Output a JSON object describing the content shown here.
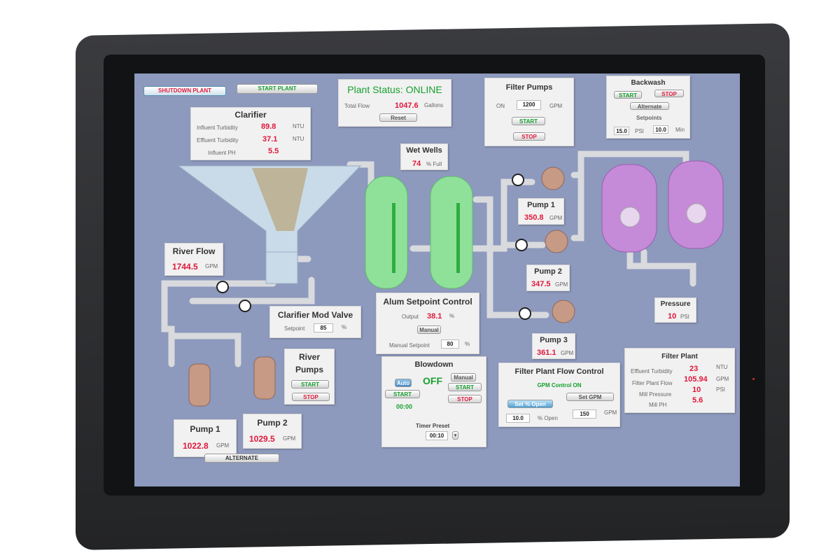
{
  "controls": {
    "shutdown": "SHUTDOWN PLANT",
    "start": "START PLANT"
  },
  "status": {
    "title": "Plant Status: ONLINE",
    "total_flow_label": "Total Flow",
    "total_flow": "1047.6",
    "total_flow_unit": "Gallons",
    "reset": "Reset"
  },
  "clarifier": {
    "title": "Clarifier",
    "rows": [
      {
        "label": "Influent Turbidity",
        "value": "89.8",
        "unit": "NTU"
      },
      {
        "label": "Effluent Turbidity",
        "value": "37.1",
        "unit": "NTU"
      },
      {
        "label": "Influent PH",
        "value": "5.5",
        "unit": ""
      }
    ]
  },
  "wet_wells": {
    "title": "Wet Wells",
    "value": "74",
    "unit": "% Full"
  },
  "filter_pumps": {
    "title": "Filter Pumps",
    "on_label": "ON",
    "on_value": "1200",
    "unit": "GPM",
    "start": "START",
    "stop": "STOP"
  },
  "backwash": {
    "title": "Backwash",
    "start": "START",
    "stop": "STOP",
    "alternate": "Alternate",
    "setpoints": "Setpoints",
    "psi_value": "15.0",
    "psi_unit": "PSI",
    "min_value": "10.0",
    "min_unit": "Min"
  },
  "river_flow": {
    "title": "River Flow",
    "value": "1744.5",
    "unit": "GPM"
  },
  "mod_valve": {
    "title": "Clarifier Mod Valve",
    "label": "Setpoint",
    "value": "85",
    "unit": "%"
  },
  "alum": {
    "title": "Alum Setpoint Control",
    "output_label": "Output",
    "output": "38.1",
    "unit": "%",
    "manual": "Manual",
    "manual_sp_label": "Manual Setpoint",
    "manual_sp": "80"
  },
  "river_pumps": {
    "title1": "River",
    "title2": "Pumps",
    "start": "START",
    "stop": "STOP"
  },
  "blowdown": {
    "title": "Blowdown",
    "auto": "Auto",
    "state": "OFF",
    "manual": "Manual",
    "start_left": "START",
    "start": "START",
    "stop": "STOP",
    "timer": "00:00",
    "preset_label": "Timer Preset",
    "preset": "00:10"
  },
  "left_pumps": [
    {
      "name": "Pump 1",
      "value": "1022.8",
      "unit": "GPM"
    },
    {
      "name": "Pump 2",
      "value": "1029.5",
      "unit": "GPM"
    }
  ],
  "alternate": "ALTERNATE",
  "right_pumps": [
    {
      "name": "Pump 1",
      "value": "350.8",
      "unit": "GPM"
    },
    {
      "name": "Pump 2",
      "value": "347.5",
      "unit": "GPM"
    },
    {
      "name": "Pump 3",
      "value": "361.1",
      "unit": "GPM"
    }
  ],
  "pressure": {
    "title": "Pressure",
    "value": "10",
    "unit": "PSI"
  },
  "flow_control": {
    "title": "Filter Plant Flow Control",
    "status": "GPM Control ON",
    "set_open": "Set % Open",
    "set_gpm": "Set GPM",
    "open_value": "10.0",
    "open_unit": "% Open",
    "gpm_value": "150",
    "gpm_unit": "GPM"
  },
  "filter_plant": {
    "title": "Filter Plant",
    "rows": [
      {
        "label": "Effluent Turbidity",
        "value": "23",
        "unit": "NTU"
      },
      {
        "label": "Filter Plant Flow",
        "value": "105.94",
        "unit": "GPM"
      },
      {
        "label": "Mill Pressure",
        "value": "10",
        "unit": "PSI"
      },
      {
        "label": "Mill PH",
        "value": "5.6",
        "unit": ""
      }
    ]
  },
  "colors": {
    "screen": "#8d99bd",
    "alarm": "#e0183c",
    "ok": "#18a030"
  }
}
